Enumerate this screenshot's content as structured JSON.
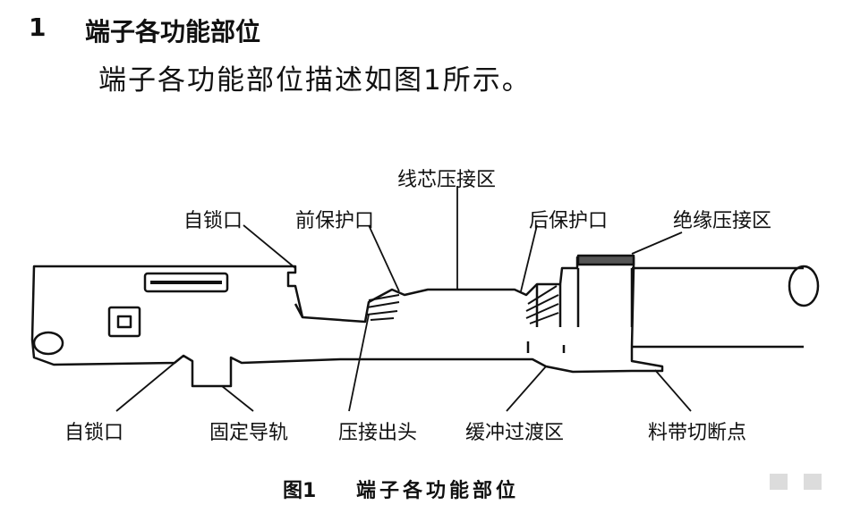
{
  "section": {
    "number": "1",
    "title": "端子各功能部位"
  },
  "intro": "端子各功能部位描述如图1所示。",
  "figure": {
    "caption_label": "图1",
    "caption_title": "端子各功能部位",
    "labels": {
      "self_lock_top": "自锁口",
      "front_protect": "前保护口",
      "wire_core_crimp": "线芯压接区",
      "rear_protect": "后保护口",
      "insulation_crimp": "绝缘压接区",
      "self_lock_bottom": "自锁口",
      "fixed_rail": "固定导轨",
      "crimp_head": "压接出头",
      "buffer_transition": "缓冲过渡区",
      "carrier_cut_point": "料带切断点"
    }
  }
}
